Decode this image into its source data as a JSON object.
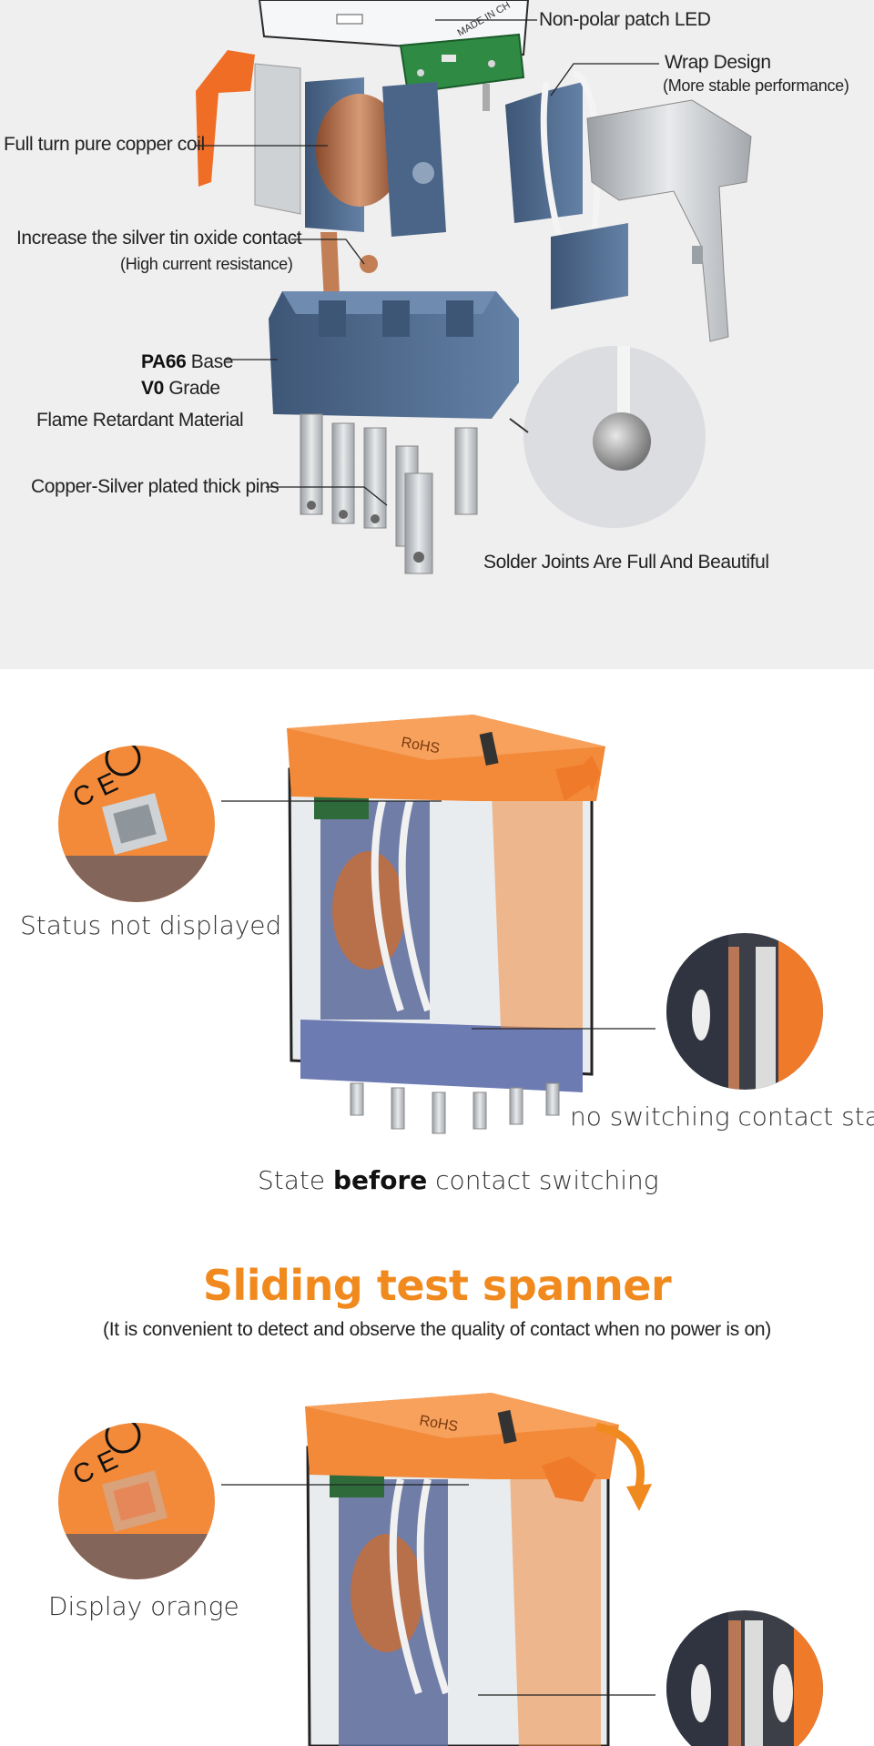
{
  "exploded_view": {
    "labels": {
      "led": "Non-polar patch LED",
      "wrap": "Wrap Design",
      "wrap_note": "(More stable performance)",
      "coil": "Full turn pure copper coil",
      "contact": "Increase the silver tin oxide contact",
      "contact_note": "(High current resistance)",
      "base_bold": "PA66",
      "base_rest": " Base",
      "grade_bold": "V0",
      "grade_rest": "  Grade",
      "flame": "Flame Retardant Material",
      "pins": "Copper-Silver plated thick pins",
      "solder": "Solder Joints Are Full And Beautiful",
      "made_in": "MADE IN CH"
    }
  },
  "before_switching": {
    "status_label": "Status not displayed",
    "contact_label": "no switching contact state",
    "caption_pre": "State ",
    "caption_bold": "before",
    "caption_post": " contact switching",
    "relay_marking": "RoHS"
  },
  "sliding_test": {
    "title": "Sliding test spanner",
    "subtitle": "(It is convenient to detect and observe the quality of contact when no power is on)",
    "status_label": "Display orange",
    "relay_marking": "RoHS"
  },
  "colors": {
    "orange": "#f18a1e",
    "slate_blue": "#4f6a8c",
    "copper": "#b8704a",
    "background_gray": "#efefef"
  }
}
